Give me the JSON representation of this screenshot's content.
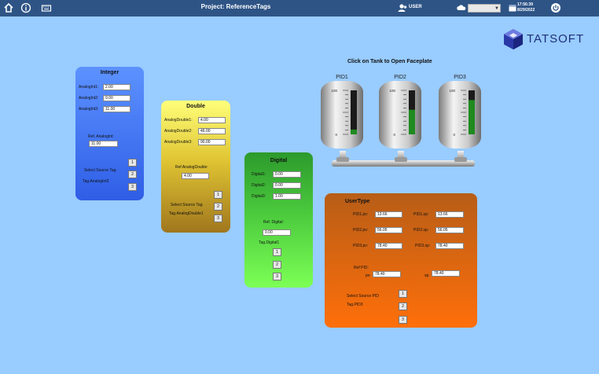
{
  "header": {
    "title": "Project: ReferenceTags",
    "user": "USER",
    "time": "17:56:39",
    "date": "8/29/2022"
  },
  "logo": {
    "text": "TATSOFT"
  },
  "integer": {
    "title": "Integer",
    "rows": [
      {
        "label": "AnalogInt1:",
        "value": "2.00"
      },
      {
        "label": "AnalogInt2:",
        "value": "9.00"
      },
      {
        "label": "AnalogInt3:",
        "value": "11.00"
      }
    ],
    "ref_label": "Ref. AnalogInt:",
    "ref_value": "11.00",
    "select_label": "Select Source Tag",
    "tag_name": "Tag.AnalogInt3",
    "buttons": [
      "1",
      "2",
      "3"
    ]
  },
  "double": {
    "title": "Double",
    "rows": [
      {
        "label": "AnalogDouble1:",
        "value": "4.00"
      },
      {
        "label": "AnalogDouble2:",
        "value": "46.00"
      },
      {
        "label": "AnalogDouble3:",
        "value": "90.00"
      }
    ],
    "ref_label": "Ref AnalogDouble:",
    "ref_value": "4.00",
    "select_label": "Select Source Tag",
    "tag_name": "Tag.AnalogDouble1",
    "buttons": [
      "1",
      "2",
      "3"
    ]
  },
  "digital": {
    "title": "Digital",
    "rows": [
      {
        "label": "Digital1:",
        "value": "0.00"
      },
      {
        "label": "Digital2:",
        "value": "0.00"
      },
      {
        "label": "Digital3:",
        "value": "1.00"
      }
    ],
    "ref_label": "Ref. Digital:",
    "ref_value": "0.00",
    "tag_name": "Tag.Digital1",
    "buttons": [
      "1",
      "2",
      "3"
    ]
  },
  "usertype": {
    "title": "UserType",
    "rows": [
      {
        "pv_label": "PID1.pv:",
        "pv": "13.66",
        "sp_label": "PID1.sp:",
        "sp": "13.66"
      },
      {
        "pv_label": "PID2.pv:",
        "pv": "56.05",
        "sp_label": "PID2.sp:",
        "sp": "56.05"
      },
      {
        "pv_label": "PID3.pv:",
        "pv": "78.40",
        "sp_label": "PID3.sp:",
        "sp": "78.40"
      }
    ],
    "ref_label": "Ref PID:",
    "ref_pv_label": "pv:",
    "ref_pv": "78.40",
    "ref_sp_label": "sp:",
    "ref_sp": "78.40",
    "select_label": "Select Source PID",
    "tag_name": "Tag.PID3",
    "buttons": [
      "1",
      "2",
      "3"
    ]
  },
  "tanks": {
    "instruction": "Click on Tank to Open Faceplate",
    "items": [
      {
        "name": "PID1",
        "level": 0.11,
        "scale_top": "100",
        "scale_bottom": "0"
      },
      {
        "name": "PID2",
        "level": 0.56,
        "scale_top": "100",
        "scale_bottom": "0"
      },
      {
        "name": "PID3",
        "level": 0.78,
        "scale_top": "100",
        "scale_bottom": "0"
      }
    ]
  },
  "colors": {
    "header_bg": "#2e5486",
    "background": "#99ccff",
    "level_fill": "#1f8a1f"
  }
}
